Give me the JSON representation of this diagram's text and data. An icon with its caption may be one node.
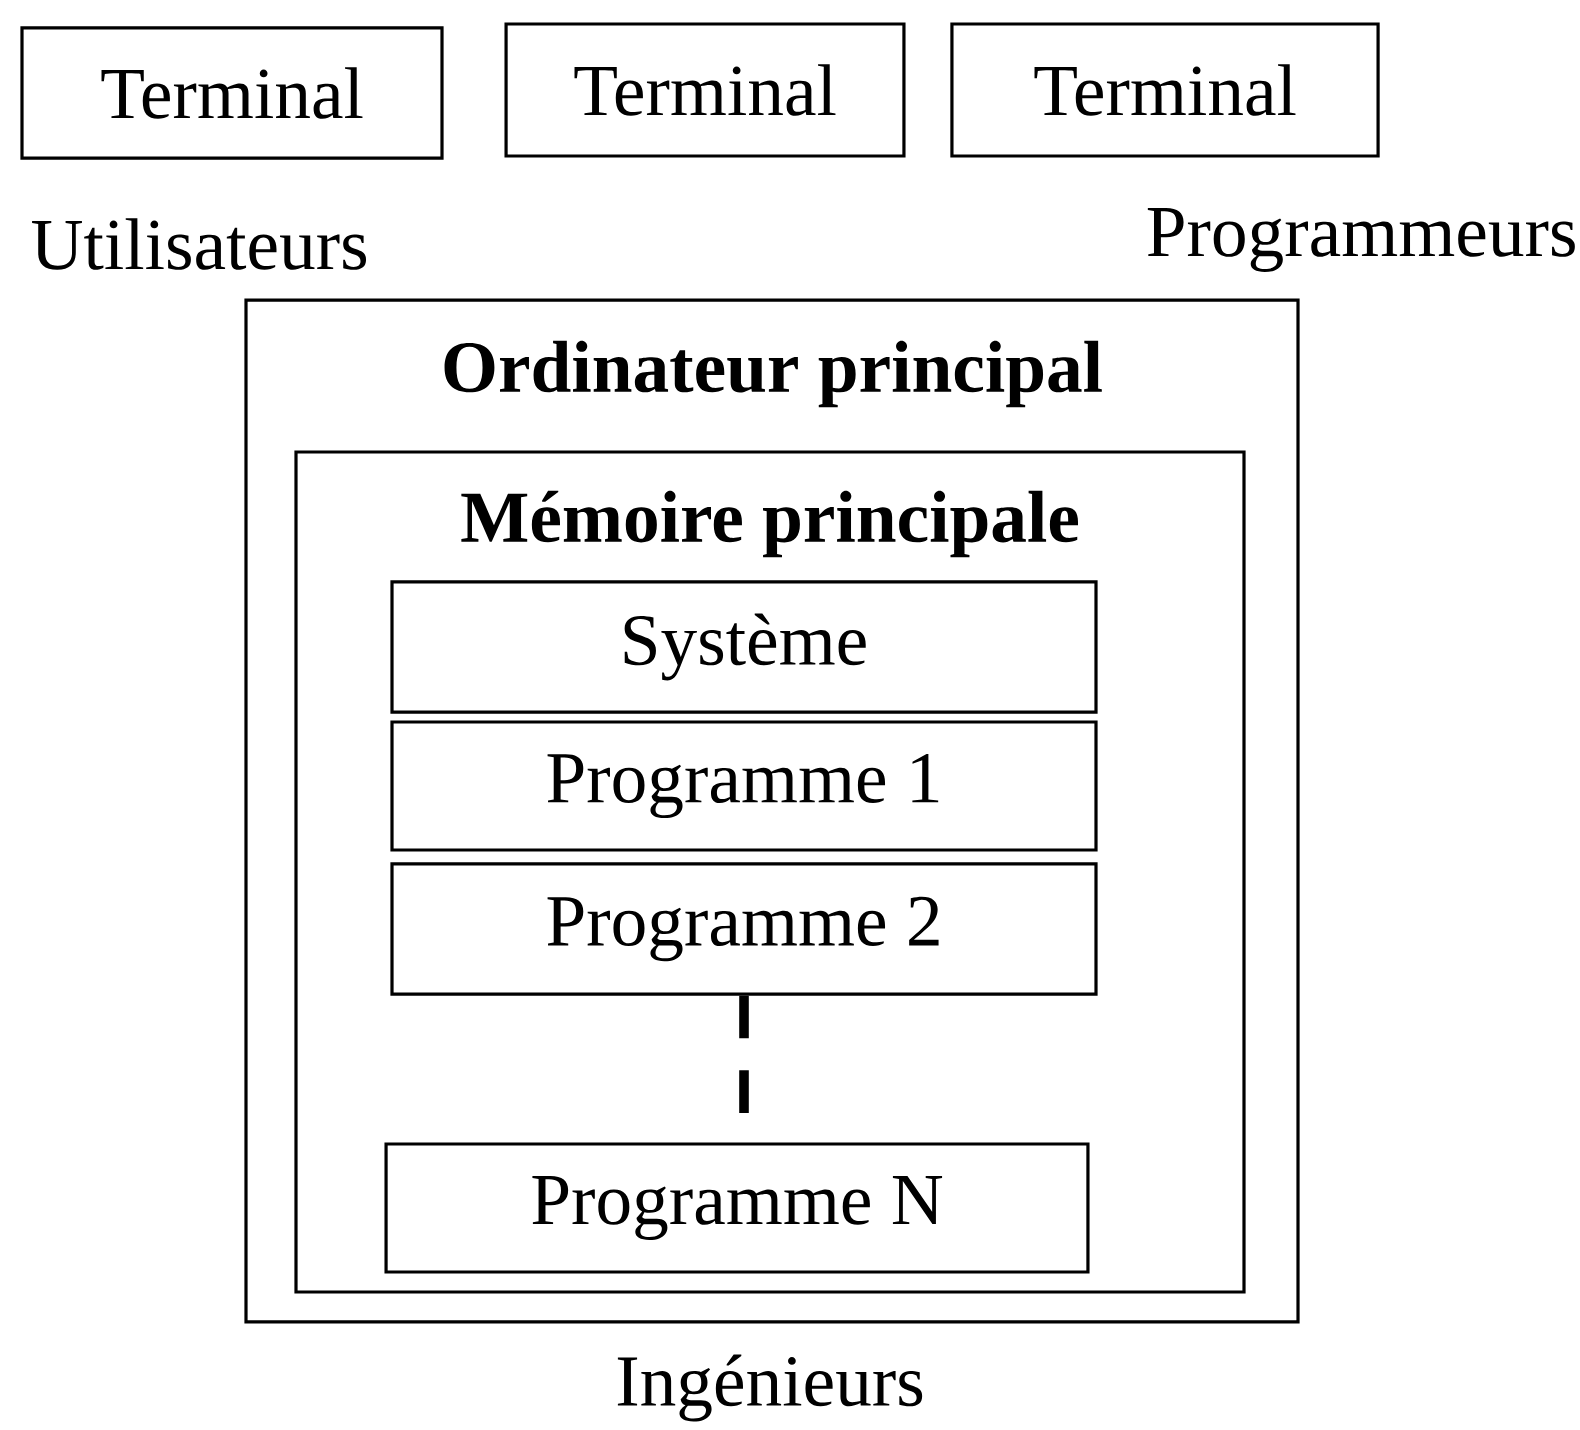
{
  "diagram": {
    "nodes": [
      {
        "text": [
          "Terminal"
        ]
      },
      {
        "text": [
          "Terminal"
        ]
      },
      {
        "text": [
          "Terminal"
        ]
      },
      {
        "text": [
          "Ordinateur principal"
        ]
      },
      {
        "text": [
          "Mémoire principale"
        ],
        "in": 3
      },
      {
        "text": [
          "Système"
        ],
        "in": 4
      },
      {
        "text": [
          "Programme 1"
        ],
        "in": 4
      },
      {
        "text": [
          "Programme 2"
        ],
        "in": 4
      },
      {
        "text": [
          "Programme N"
        ],
        "in": 4
      }
    ],
    "edges": [
      {
        "from": 7,
        "to": 8,
        "arrow": "none",
        "style": "dashed"
      }
    ],
    "labels": [
      "Utilisateurs",
      "Programmeurs",
      "Ingénieurs"
    ]
  }
}
